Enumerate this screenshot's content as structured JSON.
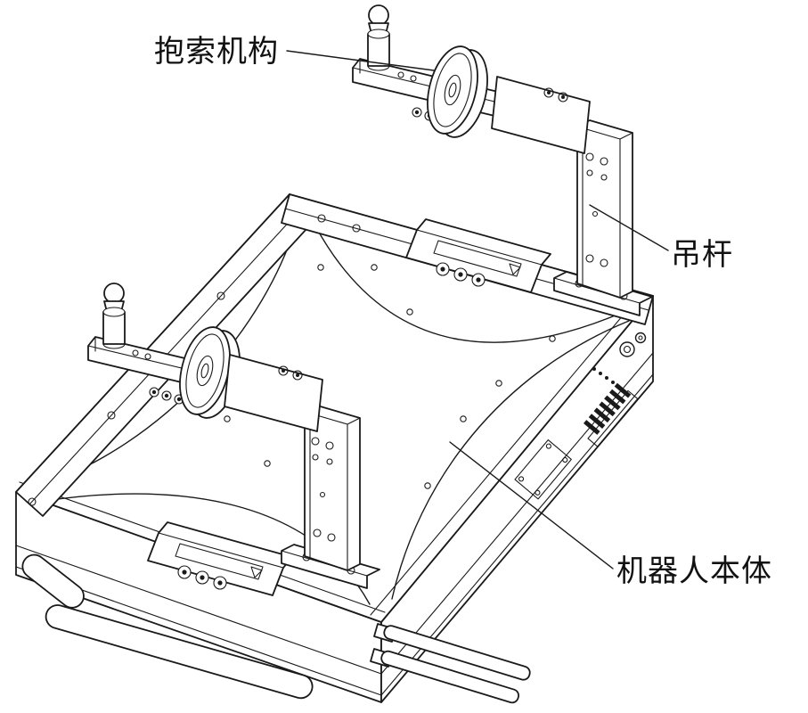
{
  "figure": {
    "labels": {
      "grip_mechanism": "抱索机构",
      "boom": "吊杆",
      "robot_body": "机器人本体"
    },
    "colors": {
      "line": "#1a1a1a",
      "background": "#ffffff"
    }
  }
}
